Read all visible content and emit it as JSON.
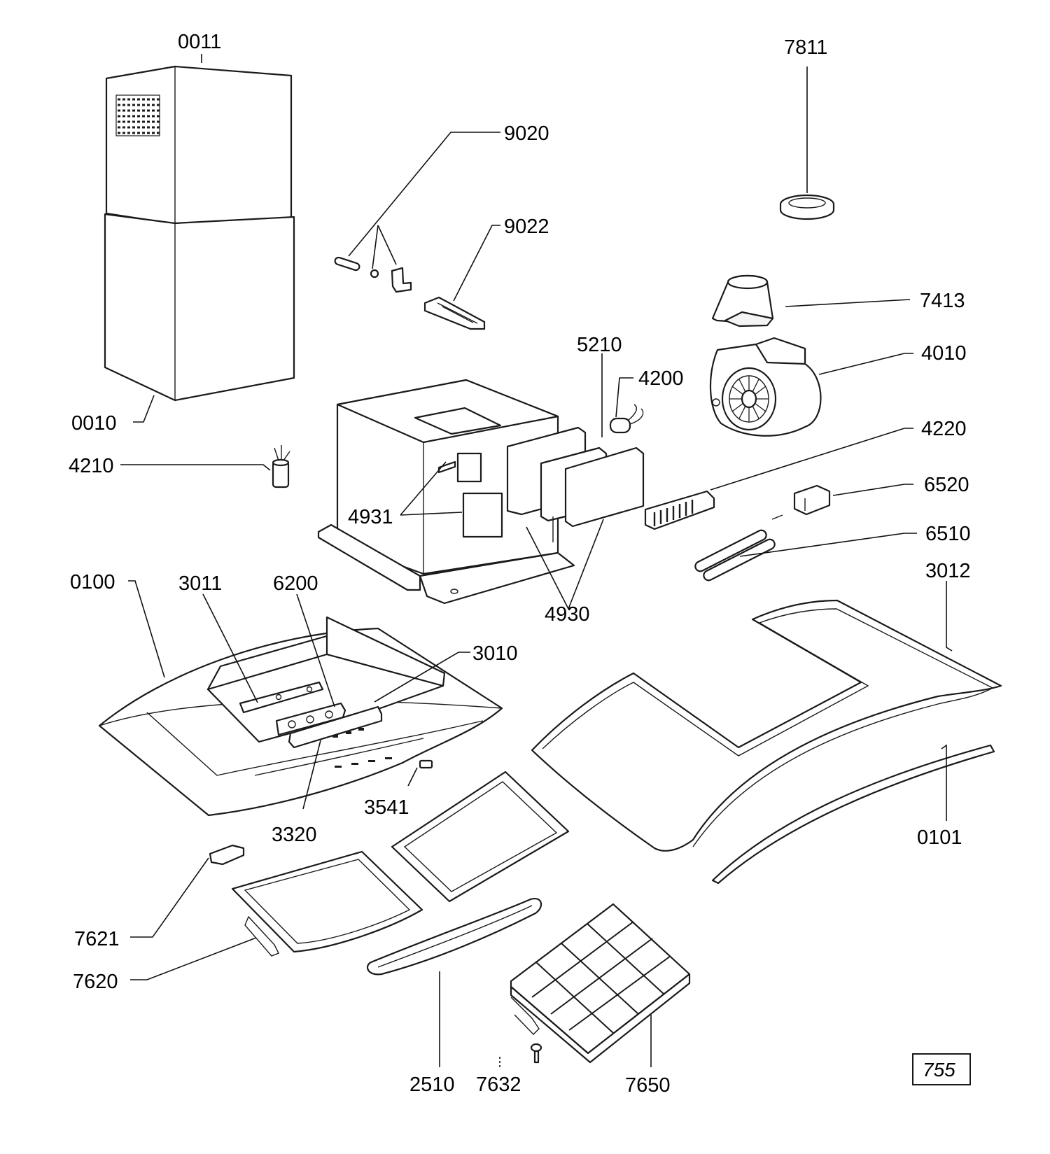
{
  "labels": {
    "l0011": "0011",
    "l7811": "7811",
    "l9020": "9020",
    "l9022": "9022",
    "l7413": "7413",
    "l4010": "4010",
    "l5210": "5210",
    "l4200": "4200",
    "l0010": "0010",
    "l4220": "4220",
    "l4210": "4210",
    "l6520": "6520",
    "l4931": "4931",
    "l6510": "6510",
    "l3012": "3012",
    "l0100": "0100",
    "l3011": "3011",
    "l6200": "6200",
    "l4930": "4930",
    "l3010": "3010",
    "l3541": "3541",
    "l3320": "3320",
    "l0101": "0101",
    "l7621": "7621",
    "l7620": "7620",
    "l2510": "2510",
    "l7632": "7632",
    "l7650": "7650"
  },
  "ref_box": "755"
}
